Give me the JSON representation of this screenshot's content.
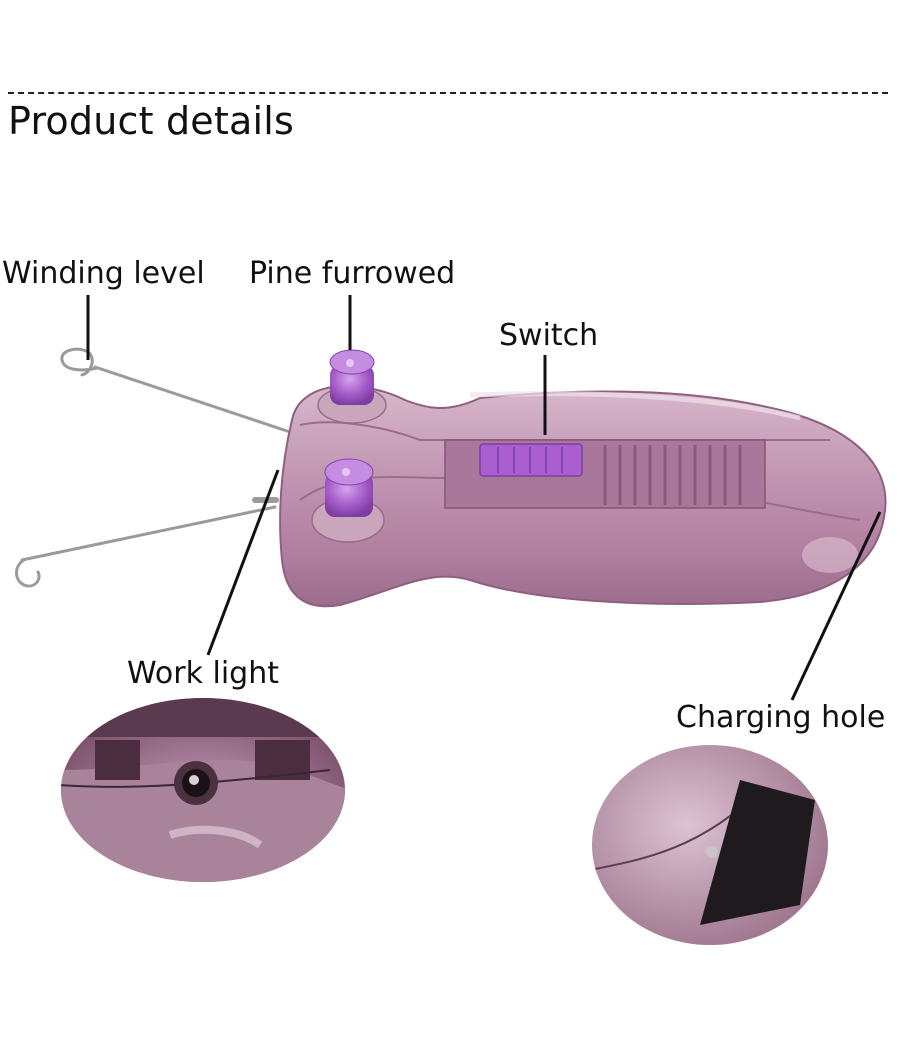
{
  "title": "Product details",
  "labels": {
    "winding_level": "Winding level",
    "pine_furrowed": "Pine furrowed",
    "switch": "Switch",
    "work_light": "Work light",
    "charging_hole": "Charging hole"
  },
  "colors": {
    "body": "#b98aa8",
    "body_light": "#e6cfdc",
    "body_dark": "#8f5f7e",
    "knob": "#a45cc9",
    "switch_slider": "#a95fd0",
    "wire": "#9a9a9a",
    "leader_line": "#111111"
  }
}
